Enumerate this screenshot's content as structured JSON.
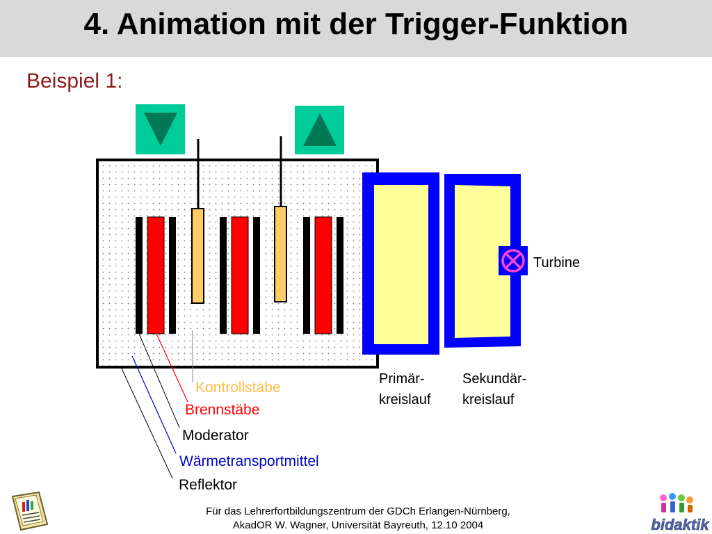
{
  "title": "4. Animation mit der Trigger-Funktion",
  "subtitle": "Beispiel 1:",
  "buttons": {
    "lower": "lower-control-rods-button",
    "raise": "raise-control-rods-button"
  },
  "labels": {
    "kontrollstaebe": "Kontrollstäbe",
    "brennstaebe": "Brennstäbe",
    "moderator": "Moderator",
    "waermetransportmittel": "Wärmetransportmittel",
    "reflektor": "Reflektor",
    "turbine": "Turbine",
    "primaer_line1": "Primär-",
    "primaer_line2": "kreislauf",
    "sekundaer_line1": "Sekundär-",
    "sekundaer_line2": "kreislauf"
  },
  "footer": {
    "line1": "Für das Lehrerfortbildungszentrum der GDCh Erlangen-Nürnberg,",
    "line2": "AkadOR W. Wagner, Universität Bayreuth, 12.10 2004"
  },
  "logo": {
    "text": "bidaktik"
  },
  "colors": {
    "title_bar": "#d9d9d9",
    "subtitle": "#8b1a1a",
    "button_bg": "#00cc99",
    "arrow": "#007755",
    "fuel_rod": "#ff0000",
    "control_rod": "#ffcc66",
    "circuit_frame": "#0000ff",
    "circuit_fill": "#ffff99",
    "turbine_symbol": "#ff44cc",
    "kontrollstaebe_label": "#ffbb44",
    "brennstaebe_label": "#ff0000",
    "waermetransportmittel_label": "#0000cc"
  }
}
